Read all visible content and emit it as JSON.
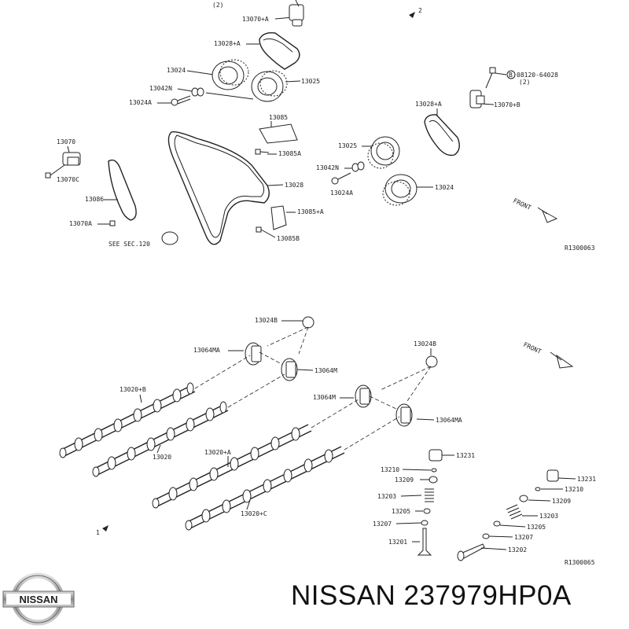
{
  "upper": {
    "top_labels": [
      "(2)",
      "13070+A",
      "2"
    ],
    "labels": {
      "p13028A": "13028+A",
      "p13024": "13024",
      "p13042N": "13042N",
      "p13024A": "13024A",
      "p13025": "13025",
      "bolt_code": "08120-64028",
      "bolt_qty": "(2)",
      "b_circle": "B",
      "p13028A_r": "13028+A",
      "p13070B": "13070+B",
      "p13085": "13085",
      "p13085A": "13085A",
      "p13070": "13070",
      "p13070C": "13070C",
      "p13025_r": "13025",
      "p13042N_r": "13042N",
      "p13024A_r": "13024A",
      "p13024_r": "13024",
      "p13028": "13028",
      "p13086": "13086",
      "p13070A": "13070A",
      "p13085A2": "13085+A",
      "p13085B": "13085B",
      "see_sec": "SEE SEC.120",
      "front": "FRONT",
      "ref": "R1300063"
    }
  },
  "lower": {
    "labels": {
      "p13024B_top": "13024B",
      "p13064MA_l": "13064MA",
      "p13064M_l": "13064M",
      "p13024B_r": "13024B",
      "p13064M_r": "13064M",
      "p13064MA_r": "13064MA",
      "p13020B": "13020+B",
      "p13020": "13020",
      "p13020A": "13020+A",
      "p13020C": "13020+C",
      "front": "FRONT",
      "one": "1",
      "l13231": "13231",
      "l13210": "13210",
      "l13209": "13209",
      "l13203": "13203",
      "l13205": "13205",
      "l13207": "13207",
      "l13201": "13201",
      "r13231": "13231",
      "r13210": "13210",
      "r13209": "13209",
      "r13203": "13203",
      "r13205": "13205",
      "r13207": "13207",
      "r13202": "13202",
      "ref": "R1300065"
    }
  },
  "footer": {
    "brand": "NISSAN",
    "title": "NISSAN 237979HP0A"
  }
}
